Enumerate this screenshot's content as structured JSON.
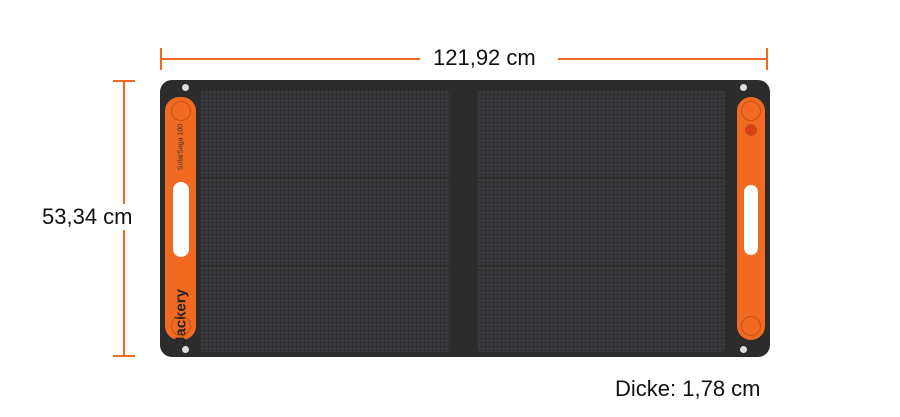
{
  "dimensions": {
    "width_label": "121,92 cm",
    "height_label": "53,34 cm",
    "thickness_label": "Dicke: 1,78 cm"
  },
  "product": {
    "brand": "Jackery",
    "model": "SolarSaga 100"
  },
  "colors": {
    "accent": "#f26a21",
    "panel": "#2c2c2c"
  }
}
